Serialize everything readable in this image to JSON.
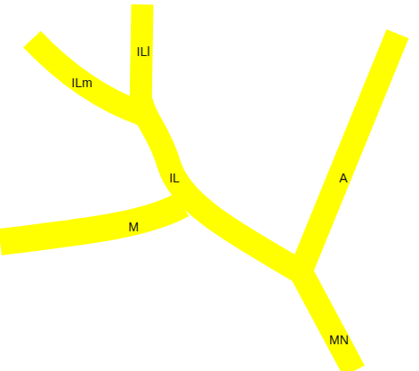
{
  "diagram": {
    "labels": [
      "ILl",
      "ILm",
      "IL",
      "A",
      "M",
      "MN"
    ]
  }
}
